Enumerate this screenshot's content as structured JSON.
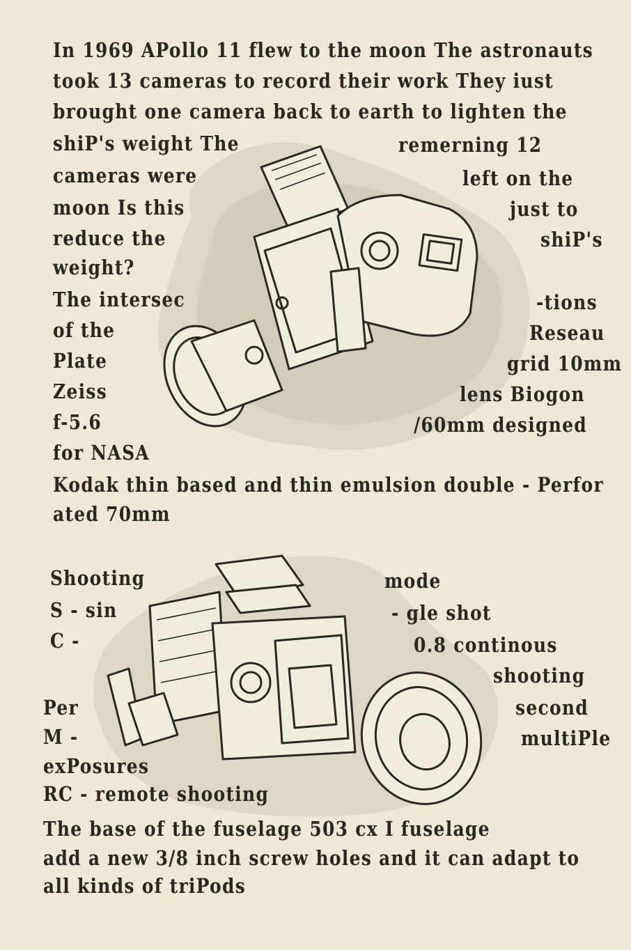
{
  "page": {
    "text_block_1": [
      "In 1969  APollo 11 flew to the moon  The astronauts",
      "took 13 cameras to record their work  They iust",
      "brought one camera back to earth to lighten the"
    ],
    "wrap_1_left": [
      "shiP's weight  The",
      "cameras were",
      "moon  Is this",
      "reduce the",
      "weight?",
      "The intersec",
      "of the",
      "Plate",
      "Zeiss",
      "f-5.6",
      "for NASA"
    ],
    "wrap_1_right": [
      "remerning 12",
      "left on the",
      "just to",
      "shiP's",
      "-tions",
      "Reseau",
      "grid 10mm",
      "lens  Biogon",
      "/60mm  designed"
    ],
    "text_block_2": [
      "Kodak thin based and thin emulsion double - Perfor",
      "ated 70mm"
    ],
    "wrap_2_left": [
      "Shooting",
      "S - sin",
      "C -",
      "Per",
      "M -",
      "exPosures",
      "RC - remote shooting"
    ],
    "wrap_2_right": [
      "mode",
      "- gle shot",
      "0.8 continous",
      "shooting",
      "second",
      "multiPle"
    ],
    "text_block_3": [
      "The base of the fuselage  503  cx       I fuselage",
      "add a new 3/8 inch screw holes  and it can adapt to",
      "all kinds of triPods"
    ]
  }
}
